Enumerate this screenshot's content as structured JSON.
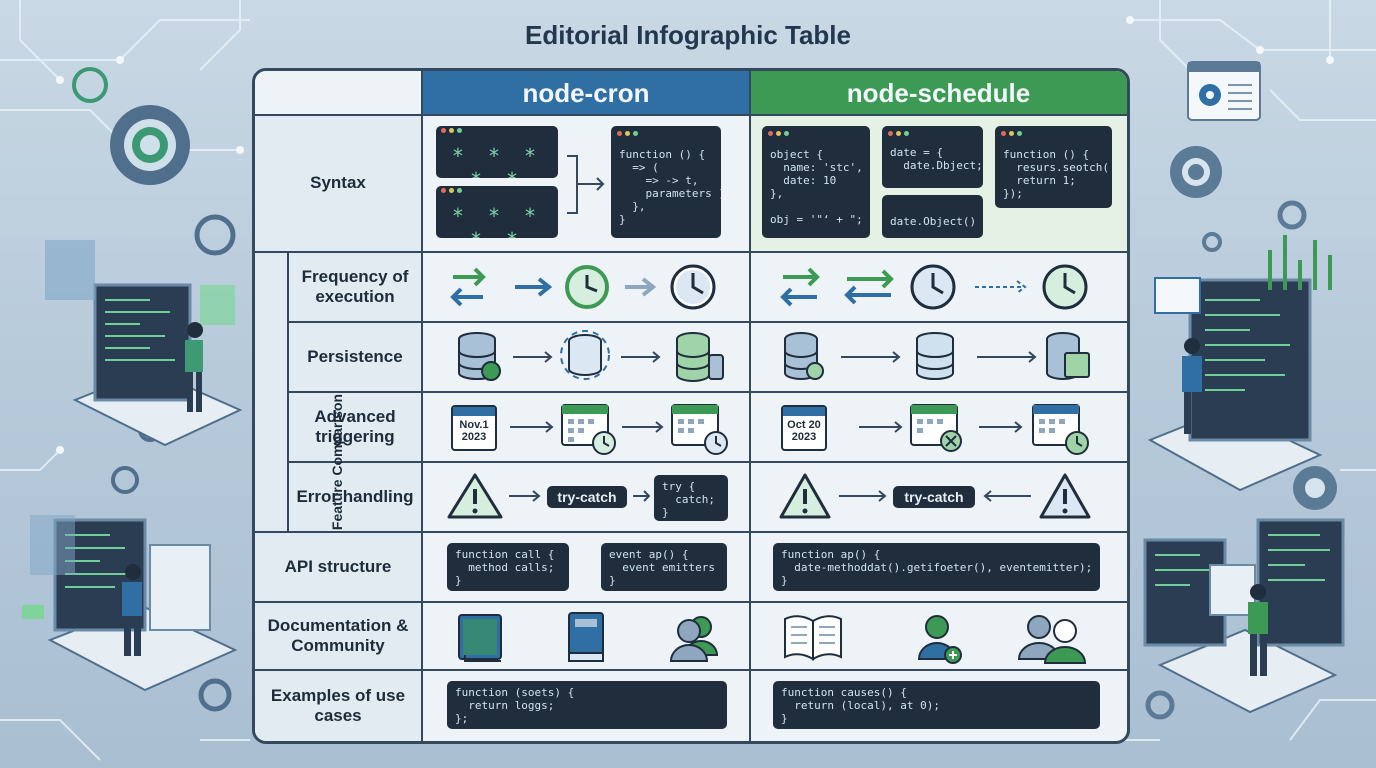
{
  "title": "Editorial Infographic Table",
  "columns": {
    "left": "node-cron",
    "right": "node-schedule"
  },
  "colors": {
    "cron_header": "#2f6fa3",
    "schedule_header": "#3d9a55",
    "frame": "#34495e",
    "terminal": "#1f2d3d"
  },
  "group_label": "Feature Comparison",
  "rows": {
    "syntax": "Syntax",
    "frequency": "Frequency of execution",
    "persistence": "Persistence",
    "advanced": "Advanced triggering",
    "error": "Error handling",
    "api": "API structure",
    "docs": "Documentation & Community",
    "examples": "Examples of use cases"
  },
  "cron": {
    "syntax_stars": "* * * * *",
    "syntax_code": "function () {\n  => (\n    => -> t,\n    parameters );\n  },\n}",
    "date_label": "Nov.1\n2023",
    "try_catch": "try-catch",
    "try_code": "try {\n  catch;\n}",
    "api_code_1": "function call {\n  method calls;\n}",
    "api_code_2": "event ap() {\n  event emitters\n}",
    "example_code": "function (soets) {\n  return loggs;\n};"
  },
  "schedule": {
    "syntax_code_1": "object {\n  name: 'stc',\n  date: 10\n},\n\nobj = '\"‘ + \";",
    "syntax_code_2": "date = {\n  date.Dbject;",
    "syntax_code_3": "date.Object()",
    "syntax_code_4": "function () {\n  resurs.seotch(\n  return 1;\n});",
    "date_label": "Oct 20\n2023",
    "try_catch": "try-catch",
    "api_code": "function ap() {\n  date-methoddat().getifoeter(), eventemitter);\n}",
    "example_code": "function causes() {\n  return (local), at 0);\n}"
  },
  "icons": [
    "gear-icon",
    "cycle-arrows-icon",
    "arrow-right-icon",
    "clock-icon",
    "database-icon",
    "calendar-icon",
    "warning-icon",
    "book-icon",
    "users-icon",
    "monitor-icon",
    "person-icon"
  ]
}
